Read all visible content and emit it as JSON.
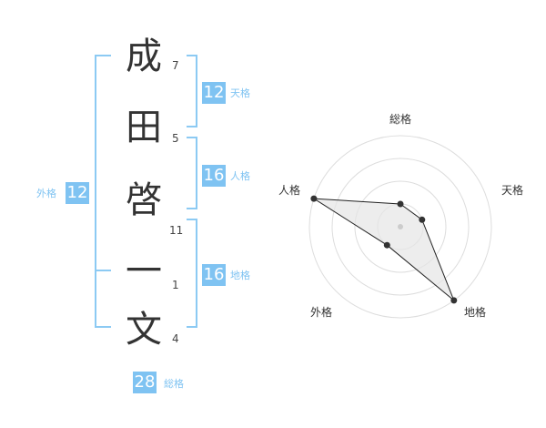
{
  "name": {
    "chars": [
      {
        "char": "成",
        "strokes": "7"
      },
      {
        "char": "田",
        "strokes": "5"
      },
      {
        "char": "啓",
        "strokes": "11"
      },
      {
        "char": "一",
        "strokes": "1"
      },
      {
        "char": "文",
        "strokes": "4"
      }
    ]
  },
  "fortunes": {
    "tenkaku": {
      "value": "12",
      "label": "天格"
    },
    "jinkaku": {
      "value": "16",
      "label": "人格"
    },
    "chikaku": {
      "value": "16",
      "label": "地格"
    },
    "gaikaku": {
      "value": "12",
      "label": "外格"
    },
    "soukaku": {
      "value": "28",
      "label": "総格"
    }
  },
  "colors": {
    "accent": "#7fc3f2",
    "bracket": "#8ccaf3",
    "text": "#333333"
  },
  "chart_data": {
    "type": "radar",
    "axes": [
      "総格",
      "天格",
      "地格",
      "外格",
      "人格"
    ],
    "values": [
      0.25,
      0.25,
      1.0,
      0.25,
      1.0
    ],
    "rings": 4
  }
}
